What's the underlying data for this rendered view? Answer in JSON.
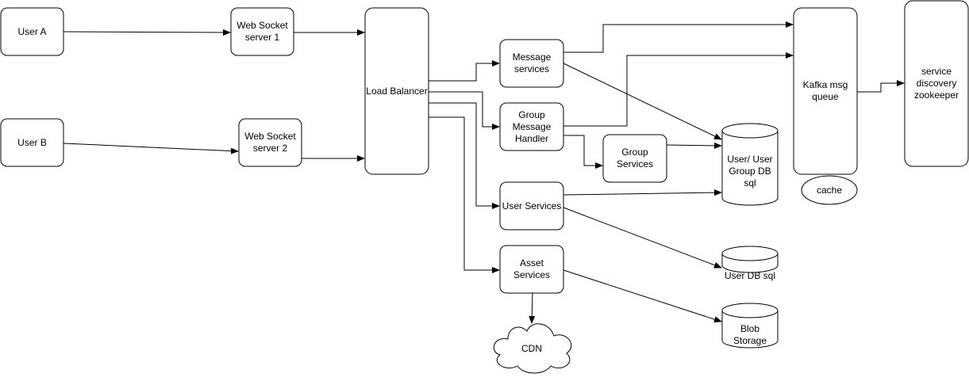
{
  "nodes": {
    "user_a": "User A",
    "user_b": "User B",
    "ws1": "Web Socket\nserver 1",
    "ws2": "Web Socket\nserver 2",
    "load_balancer": "Load Balancer",
    "message_services": "Message\nservices",
    "group_message_handler": "Group\nMessage\nHandler",
    "group_services": "Group\nServices",
    "user_services": "User Services",
    "asset_services": "Asset\nServices",
    "kafka": "Kafka msg\nqueue",
    "service_discovery": "service\ndiscovery\nzookeeper",
    "cache": "cache",
    "user_group_db": "User/ User\nGroup DB\nsql",
    "user_db": "User DB sql",
    "blob_storage": "Blob\nStorage",
    "cdn": "CDN"
  }
}
